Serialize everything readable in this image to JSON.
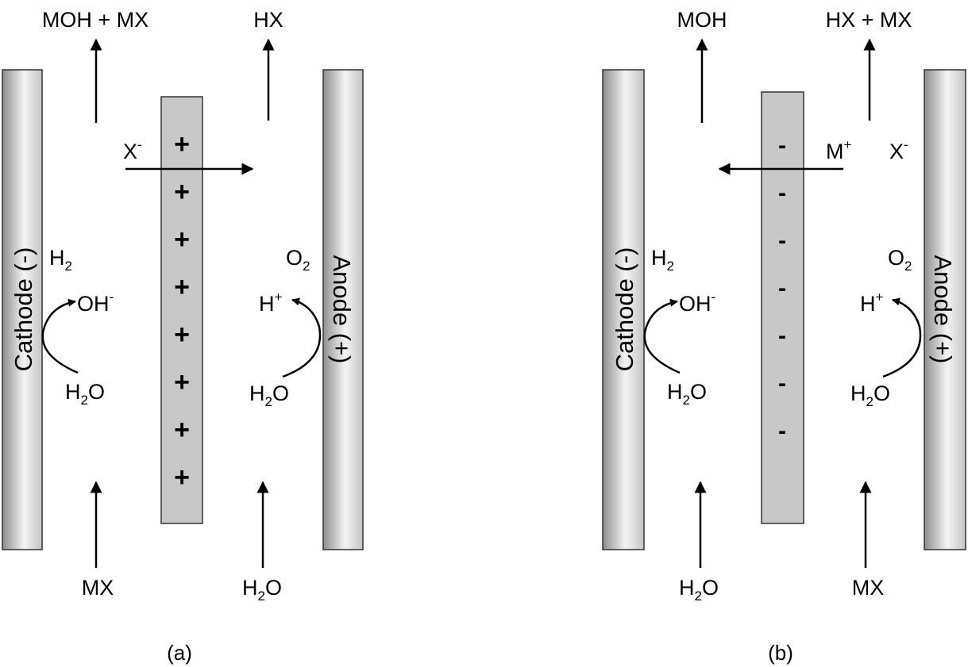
{
  "panel_a": {
    "caption": "(a)",
    "cathode_label": "Cathode (-)",
    "anode_label": "Anode (+)",
    "top_left_out": "MOH + MX",
    "top_right_out": "HX",
    "bottom_left_in": "MX",
    "bottom_right_in": {
      "base": "H",
      "sub": "2",
      "tail": "O"
    },
    "migrating_ion": {
      "base": "X",
      "sup": "-"
    },
    "membrane_sign": "+",
    "membrane_sign_count": 8,
    "cathode_gas": {
      "base": "H",
      "sub": "2"
    },
    "cathode_product": {
      "base": "OH",
      "sup": "-"
    },
    "cathode_reactant": {
      "base": "H",
      "sub": "2",
      "tail": "O"
    },
    "anode_gas": {
      "base": "O",
      "sub": "2"
    },
    "anode_product": {
      "base": "H",
      "sup": "+"
    },
    "anode_reactant": {
      "base": "H",
      "sub": "2",
      "tail": "O"
    }
  },
  "panel_b": {
    "caption": "(b)",
    "cathode_label": "Cathode (-)",
    "anode_label": "Anode (+)",
    "top_left_out": "MOH",
    "top_right_out": "HX + MX",
    "bottom_left_in": {
      "base": "H",
      "sub": "2",
      "tail": "O"
    },
    "bottom_right_in": "MX",
    "migrating_ion": {
      "base": "M",
      "sup": "+"
    },
    "anode_side_ion": {
      "base": "X",
      "sup": "-"
    },
    "membrane_sign": "-",
    "membrane_sign_count": 7,
    "cathode_gas": {
      "base": "H",
      "sub": "2"
    },
    "cathode_product": {
      "base": "OH",
      "sup": "-"
    },
    "cathode_reactant": {
      "base": "H",
      "sub": "2",
      "tail": "O"
    },
    "anode_gas": {
      "base": "O",
      "sub": "2"
    },
    "anode_product": {
      "base": "H",
      "sup": "+"
    },
    "anode_reactant": {
      "base": "H",
      "sub": "2",
      "tail": "O"
    }
  },
  "colors": {
    "electrode_gradient": [
      "#8e8e8e",
      "#f4f4f4",
      "#c4c4c4"
    ],
    "membrane_fill": "#c8c8c8",
    "line": "#000000"
  }
}
